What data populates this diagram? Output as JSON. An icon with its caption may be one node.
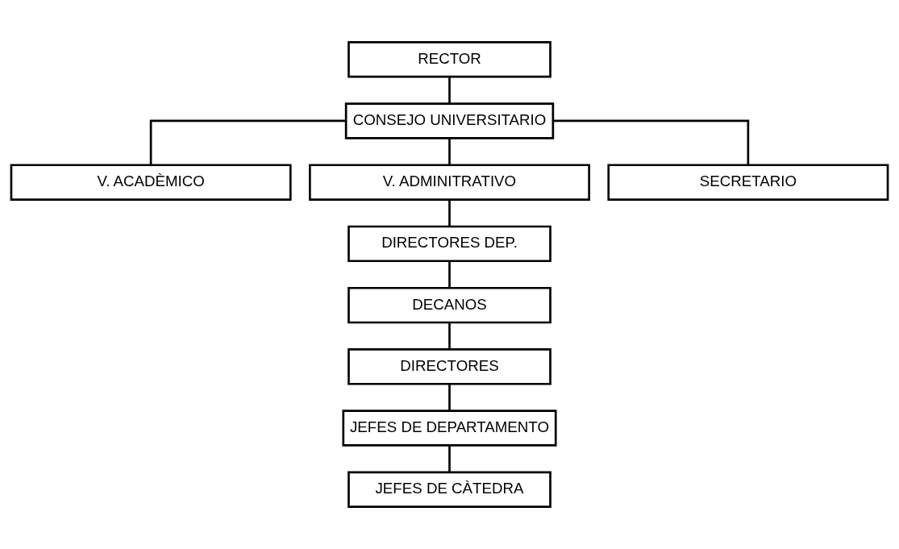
{
  "diagram": {
    "nodes": [
      {
        "text": [
          "RECTOR"
        ]
      },
      {
        "text": [
          "CONSEJO UNIVERSITARIO"
        ]
      },
      {
        "text": [
          "V. ACADÈMICO"
        ]
      },
      {
        "text": [
          "V. ADMINITRATIVO"
        ]
      },
      {
        "text": [
          "SECRETARIO"
        ]
      },
      {
        "text": [
          "DIRECTORES DEP."
        ]
      },
      {
        "text": [
          "DECANOS"
        ]
      },
      {
        "text": [
          "DIRECTORES"
        ]
      },
      {
        "text": [
          "JEFES DE DEPARTAMENTO"
        ]
      },
      {
        "text": [
          "JEFES DE CÀTEDRA"
        ]
      }
    ],
    "edges": [
      {
        "from": 0,
        "to": 1,
        "arrow": "none"
      },
      {
        "from": 1,
        "to": 2,
        "arrow": "none"
      },
      {
        "from": 1,
        "to": 3,
        "arrow": "none"
      },
      {
        "from": 1,
        "to": 4,
        "arrow": "none"
      },
      {
        "from": 3,
        "to": 5,
        "arrow": "none"
      },
      {
        "from": 5,
        "to": 6,
        "arrow": "none"
      },
      {
        "from": 6,
        "to": 7,
        "arrow": "none"
      },
      {
        "from": 7,
        "to": 8,
        "arrow": "none"
      },
      {
        "from": 8,
        "to": 9,
        "arrow": "none"
      }
    ]
  }
}
